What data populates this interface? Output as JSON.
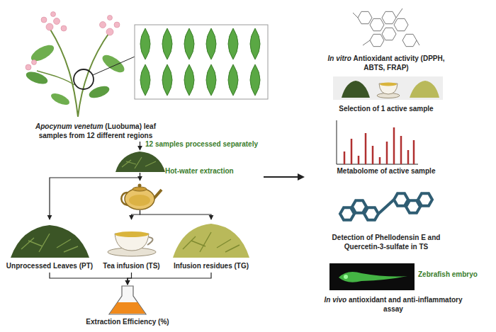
{
  "diagram": {
    "nodes": [
      {
        "text": [
          "Apocynum venetum",
          "(Luobuma) leaf samples from 12 different regions"
        ]
      },
      {
        "text": [
          "12 samples processed separately"
        ]
      },
      {
        "text": [
          "Hot-water extraction"
        ]
      },
      {
        "text": [
          "Unprocessed Leaves (PT)"
        ]
      },
      {
        "text": [
          "Tea infusion (TS)"
        ]
      },
      {
        "text": [
          "Infusion residues (TG)"
        ]
      },
      {
        "text": [
          "Extraction Efficiency (%)"
        ]
      },
      {
        "text": [
          "In vitro",
          "Antioxidant activity (DPPH, ABTS, FRAP)"
        ]
      },
      {
        "text": [
          "Selection of 1 active sample"
        ]
      },
      {
        "text": [
          "Metabolome of active sample"
        ]
      },
      {
        "text": [
          "Detection of Phellodensin E and Quercetin-3-sulfate in TS"
        ]
      },
      {
        "text": [
          "Zebrafish embryo",
          "In vivo",
          "antioxidant and anti-inflammatory assay"
        ]
      }
    ],
    "edges": [
      {
        "from": 0,
        "to": 1,
        "arrow": "to"
      },
      {
        "from": 1,
        "to": 3,
        "arrow": "to"
      },
      {
        "from": 1,
        "to": 2,
        "arrow": "to"
      },
      {
        "from": 2,
        "to": 4,
        "arrow": "to"
      },
      {
        "from": 2,
        "to": 5,
        "arrow": "to"
      },
      {
        "from": 3,
        "to": 6,
        "arrow": "to"
      },
      {
        "from": 4,
        "to": 6,
        "arrow": "to"
      },
      {
        "from": 5,
        "to": 6,
        "arrow": "to"
      }
    ]
  }
}
